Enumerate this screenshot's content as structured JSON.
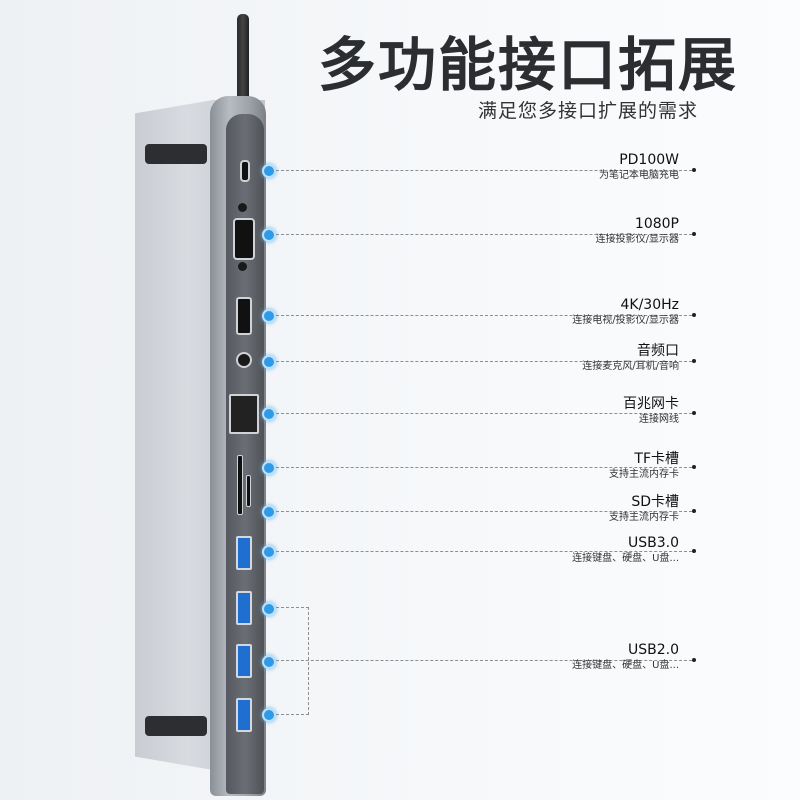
{
  "header": {
    "title": "多功能接口拓展",
    "subtitle": "满足您多接口扩展的需求"
  },
  "accent_color": "#2f9ae8",
  "ports": [
    {
      "main": "PD100W",
      "sub": "为笔记本电脑充电"
    },
    {
      "main": "1080P",
      "sub": "连接投影仪/显示器"
    },
    {
      "main": "4K/30Hz",
      "sub": "连接电视/投影仪/显示器"
    },
    {
      "main": "音频口",
      "sub": "连接麦克风/耳机/音响"
    },
    {
      "main": "百兆网卡",
      "sub": "连接网线"
    },
    {
      "main": "TF卡槽",
      "sub": "支持主流内存卡"
    },
    {
      "main": "SD卡槽",
      "sub": "支持主流内存卡"
    },
    {
      "main": "USB3.0",
      "sub": "连接键盘、硬盘、U盘..."
    },
    {
      "main": "USB2.0",
      "sub": "连接键盘、硬盘、U盘..."
    }
  ]
}
